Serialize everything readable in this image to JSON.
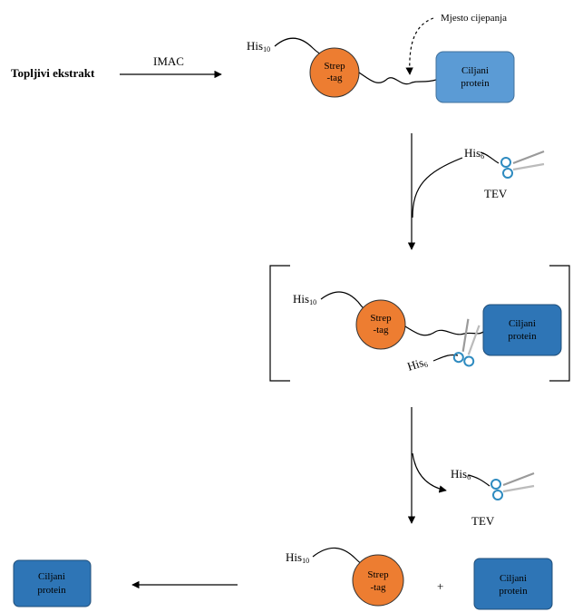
{
  "labels": {
    "cleavage_site": "Mjesto  cijepanja",
    "soluble_extract": "Topljivi ekstrakt",
    "imac": "IMAC",
    "his": "His",
    "his10_sub": "10",
    "his6_sub": "6",
    "tev": "TEV",
    "strep_line1": "Strep",
    "strep_line2": "-tag",
    "target_line1": "Ciljani",
    "target_line2": "protein",
    "plus": "+"
  },
  "colors": {
    "strep_orange": "#ED7D31",
    "target_light_blue": "#5B9BD5",
    "target_dark_blue": "#2E75B6",
    "scissors_blue": "#2E8BC0",
    "scissors_grey": "#9A9A9A"
  }
}
